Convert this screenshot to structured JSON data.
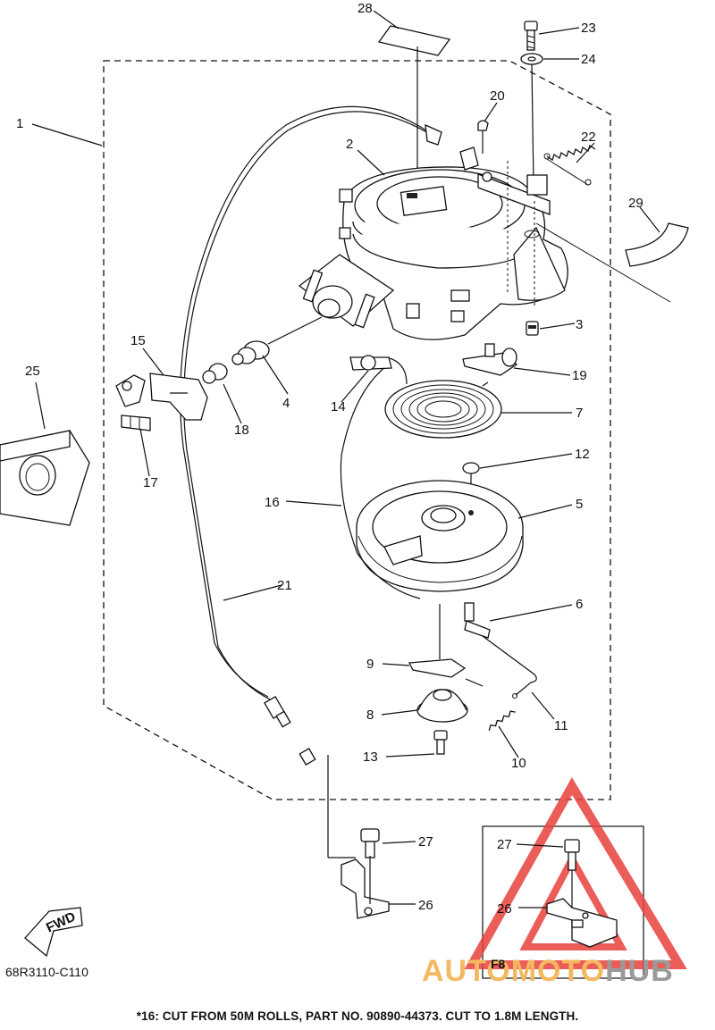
{
  "diagram": {
    "code": "68R3110-C110",
    "footnote": "*16:  CUT FROM 50M ROLLS, PART NO. 90890-44373. CUT TO 1.8M LENGTH.",
    "fwd_label": "FWD",
    "inset_code": "F8",
    "watermark": {
      "part1": "AUTO",
      "part2": "MOTO",
      "part3": "HUB"
    },
    "colors": {
      "ink": "#111111",
      "watermark_red": "#e8413c",
      "watermark_orange": "#f4b860",
      "watermark_grey": "#9a9a9a"
    },
    "callouts": [
      "1",
      "2",
      "3",
      "4",
      "5",
      "6",
      "7",
      "8",
      "9",
      "10",
      "11",
      "12",
      "13",
      "14",
      "15",
      "16",
      "17",
      "18",
      "19",
      "20",
      "21",
      "22",
      "23",
      "24",
      "25",
      "26",
      "27",
      "28",
      "29",
      "27",
      "26"
    ]
  }
}
